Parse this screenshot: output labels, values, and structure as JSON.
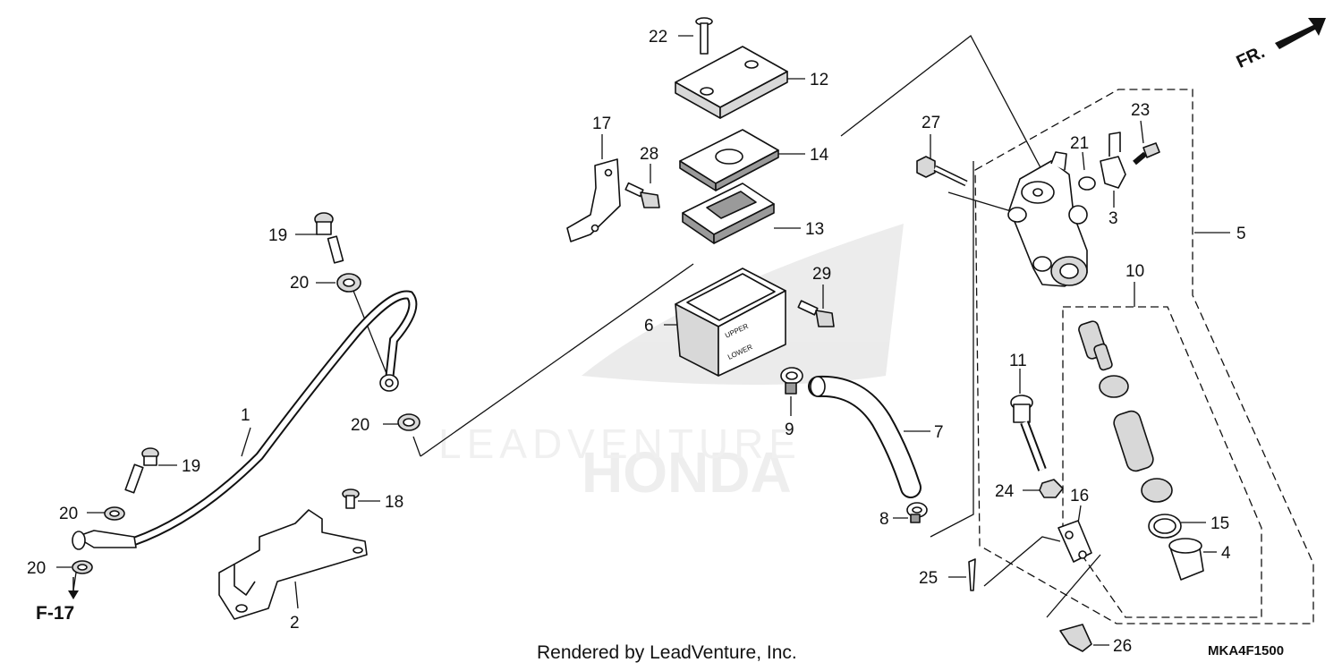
{
  "diagram_code": "MKA4F1500",
  "footer_text": "Rendered by LeadVenture, Inc.",
  "watermark_text": "LEADVENTURE",
  "watermark_brand": "HONDA",
  "front_indicator": "FR.",
  "page_reference": "F-17",
  "cap_marking_upper": "UPPER",
  "cap_marking_lower": "LOWER",
  "callouts": {
    "c1": "1",
    "c2": "2",
    "c3": "3",
    "c4": "4",
    "c5": "5",
    "c6": "6",
    "c7": "7",
    "c8": "8",
    "c9": "9",
    "c10": "10",
    "c11": "11",
    "c12": "12",
    "c13": "13",
    "c14": "14",
    "c15": "15",
    "c16": "16",
    "c17": "17",
    "c18": "18",
    "c19a": "19",
    "c19b": "19",
    "c20a": "20",
    "c20b": "20",
    "c20c": "20",
    "c20d": "20",
    "c21": "21",
    "c22": "22",
    "c23": "23",
    "c24": "24",
    "c25": "25",
    "c26": "26",
    "c27": "27",
    "c28": "28",
    "c29": "29"
  }
}
